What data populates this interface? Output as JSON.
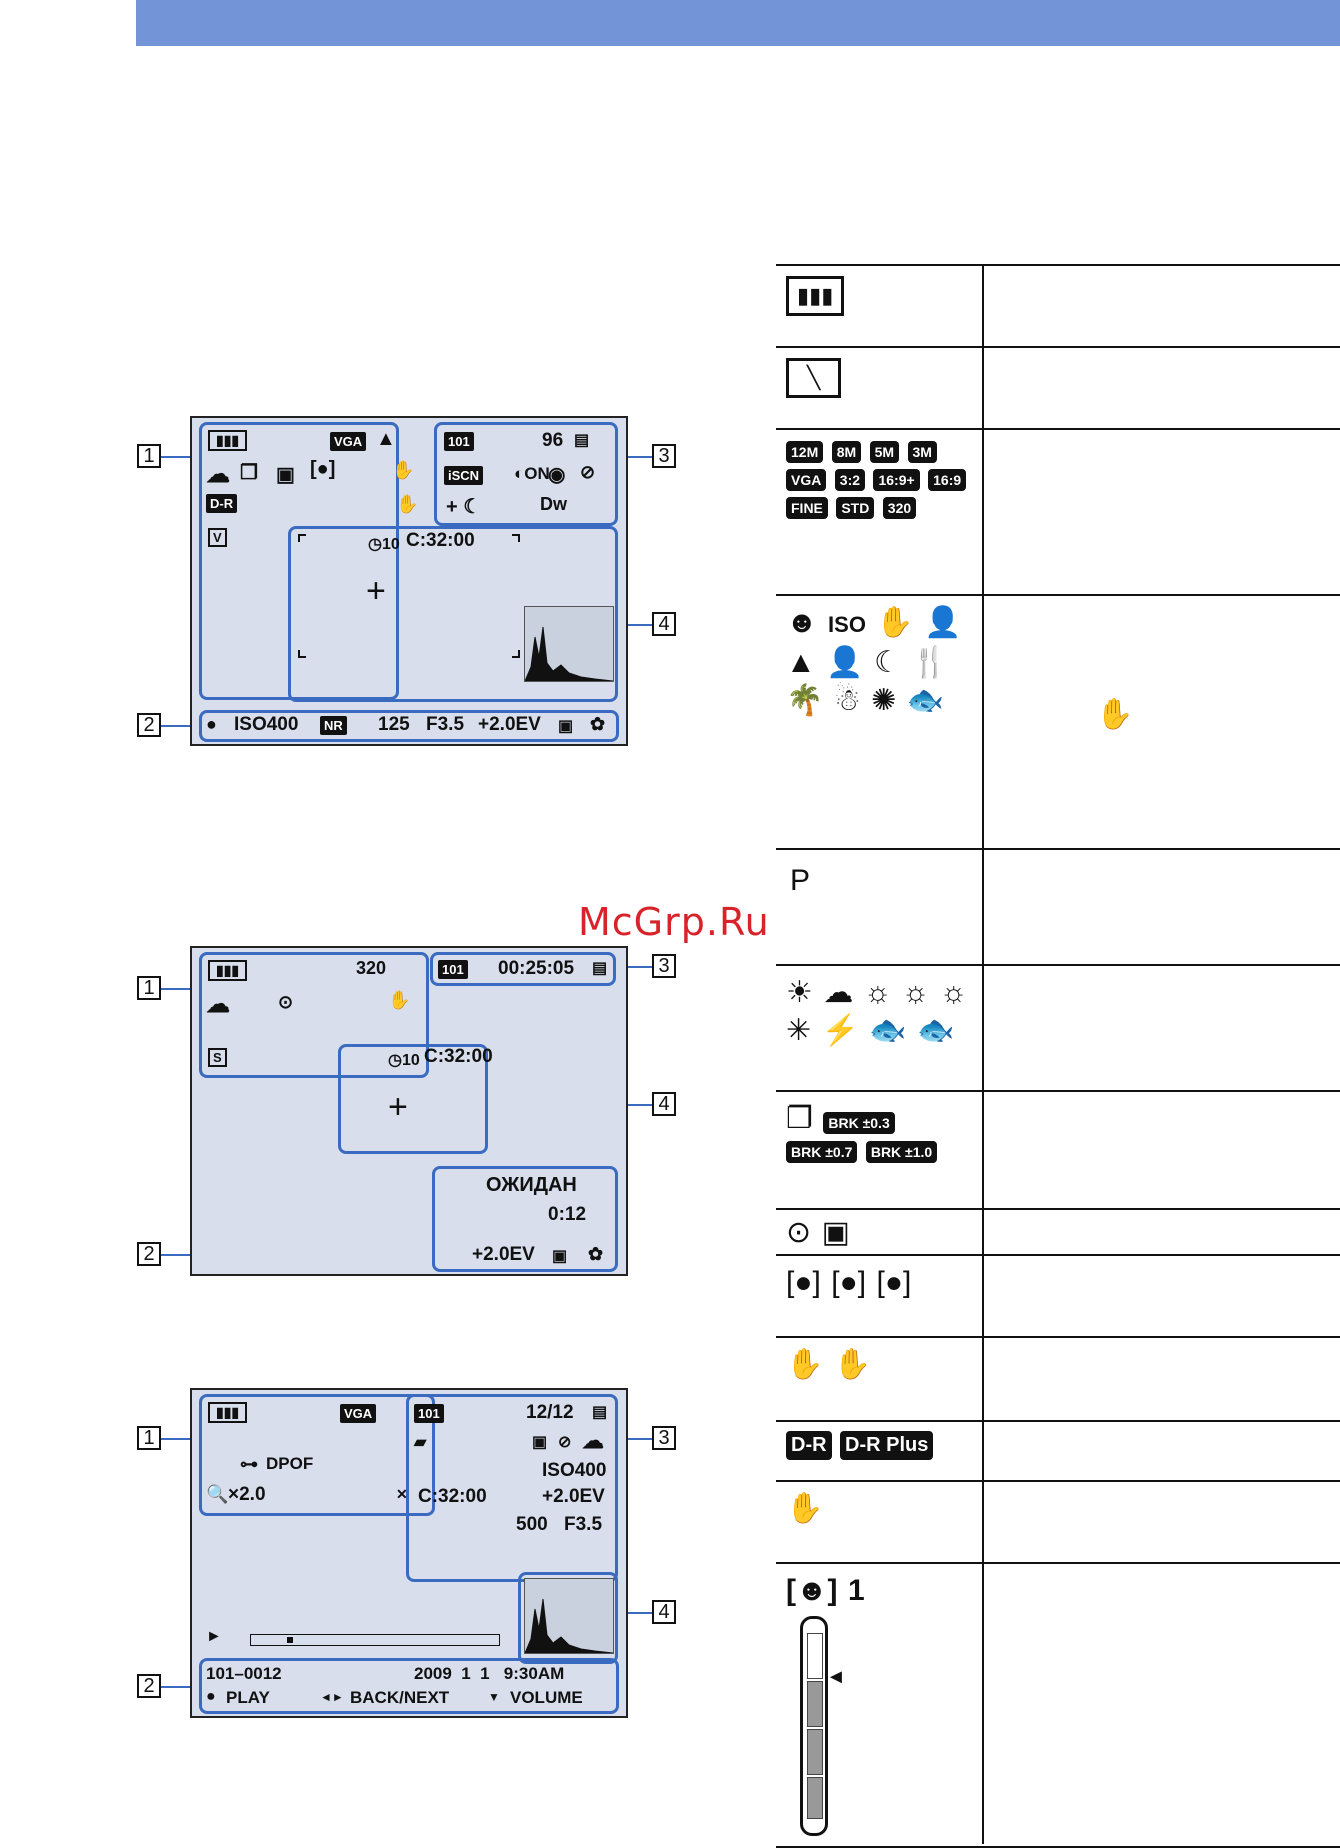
{
  "watermark": "McGrp.Ru",
  "screen1": {
    "zone3": {
      "folder": "101",
      "count": "96"
    },
    "zone4": {
      "timer": "C:32:00"
    },
    "zone2": {
      "iso": "ISO400",
      "nr": "NR",
      "shutter": "125",
      "aperture": "F3.5",
      "ev": "+2.0EV"
    },
    "zone1": {
      "vga": "VGA",
      "dr": "D-R",
      "ihand": "ON"
    }
  },
  "screen2": {
    "zone1": {
      "size": "320"
    },
    "zone3": {
      "folder": "101",
      "time": "00:25:05"
    },
    "zone4": {
      "timer": "C:32:00"
    },
    "standby": "ОЖИДАН",
    "standby_time": "0:12",
    "zone2": {
      "ev": "+2.0EV"
    }
  },
  "screen3": {
    "zone1": {
      "vga": "VGA",
      "dpof": "DPOF",
      "zoom": "×2.0"
    },
    "zone3": {
      "folder": "101",
      "count": "12/12",
      "iso": "ISO400",
      "timer": "C:32:00",
      "ev": "+2.0EV",
      "shutter": "500",
      "aperture": "F3.5"
    },
    "zone2": {
      "file": "101–0012",
      "date": "2009  1  1   9:30AM",
      "play": "PLAY",
      "backnext": "BACK/NEXT",
      "volume": "VOLUME"
    }
  },
  "callouts": {
    "c1": "1",
    "c2": "2",
    "c3": "3",
    "c4": "4"
  },
  "table": {
    "r3": [
      "12M",
      "8M",
      "5M",
      "3M",
      "VGA",
      "3:2",
      "16:9+",
      "16:9",
      "FINE",
      "STD",
      "320"
    ],
    "r5": "P",
    "r7": [
      "BRK ±0.3",
      "BRK ±0.7",
      "BRK ±1.0"
    ],
    "r11": [
      "D-R",
      "D-R Plus"
    ],
    "r13": "1"
  }
}
